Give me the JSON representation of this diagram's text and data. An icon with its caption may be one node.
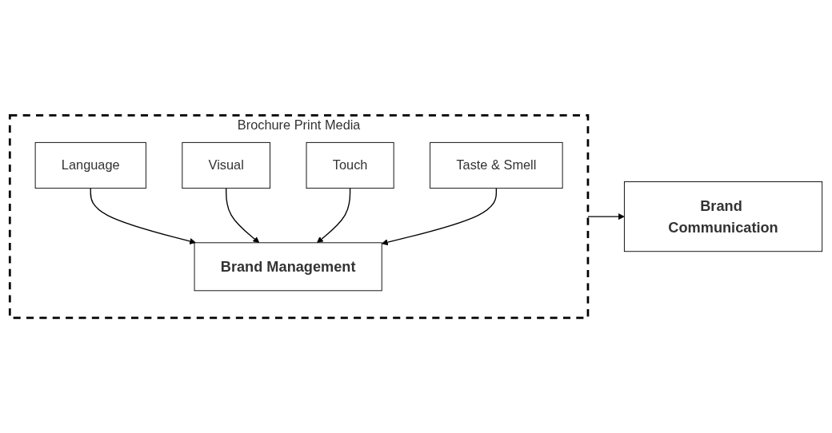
{
  "diagram": {
    "nodes": [
      {
        "text": [
          "Brochure Print Media"
        ]
      },
      {
        "text": [
          "Language"
        ],
        "in": 0
      },
      {
        "text": [
          "Visual"
        ],
        "in": 0
      },
      {
        "text": [
          "Brand Management"
        ],
        "in": 0
      },
      {
        "text": [
          "Touch"
        ],
        "in": 0
      },
      {
        "text": [
          "Taste & Smell"
        ],
        "in": 0
      },
      {
        "text": [
          "Brand Communication"
        ]
      }
    ],
    "edges": [
      {
        "from": 1,
        "to": 3,
        "arrow": "to"
      },
      {
        "from": 2,
        "to": 3,
        "arrow": "to"
      },
      {
        "from": 4,
        "to": 3,
        "arrow": "to"
      },
      {
        "from": 5,
        "to": 3,
        "arrow": "to"
      },
      {
        "from": 0,
        "to": 6,
        "arrow": "to"
      }
    ]
  }
}
